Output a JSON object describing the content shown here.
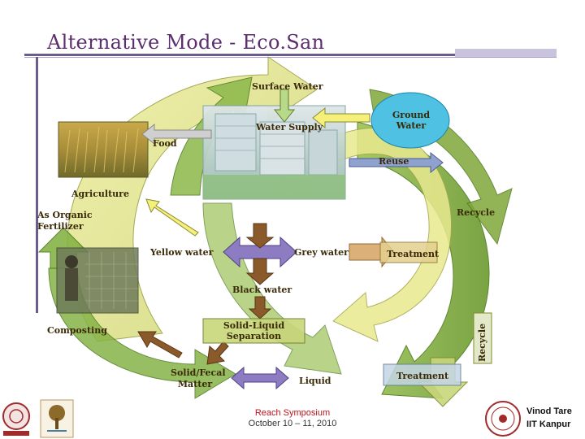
{
  "slide": {
    "title": "Alternative Mode - Eco.San"
  },
  "labels": {
    "surface_water": "Surface Water",
    "ground_water": "Ground Water",
    "water_supply": "Water Supply",
    "food": "Food",
    "reuse": "Reuse",
    "agriculture": "Agriculture",
    "as_organic_fertilizer": "As Organic Fertilizer",
    "recycle_top": "Recycle",
    "yellow_water": "Yellow water",
    "grey_water": "Grey water",
    "treatment_top": "Treatment",
    "black_water": "Black water",
    "composting": "Composting",
    "solid_liquid_separation": "Solid-Liquid Separation",
    "recycle_side": "Recycle",
    "solid_fecal_matter": "Solid/Fecal Matter",
    "liquid": "Liquid",
    "treatment_bottom": "Treatment"
  },
  "footer": {
    "event": "Reach Symposium",
    "dates": "October 10 – 11, 2010",
    "presenter_name": "Vinod Tare",
    "presenter_affiliation": "IIT Kanpur"
  },
  "colors": {
    "title": "#5b2e6e",
    "cycle_green": "#7fa83a",
    "cycle_yellow": "#e6e48a",
    "ground_water_bubble": "#4fc1e3",
    "arrow_yellow": "#f5f07a",
    "arrow_purple": "#8e7cc3",
    "arrow_brown": "#8b5a2b"
  }
}
